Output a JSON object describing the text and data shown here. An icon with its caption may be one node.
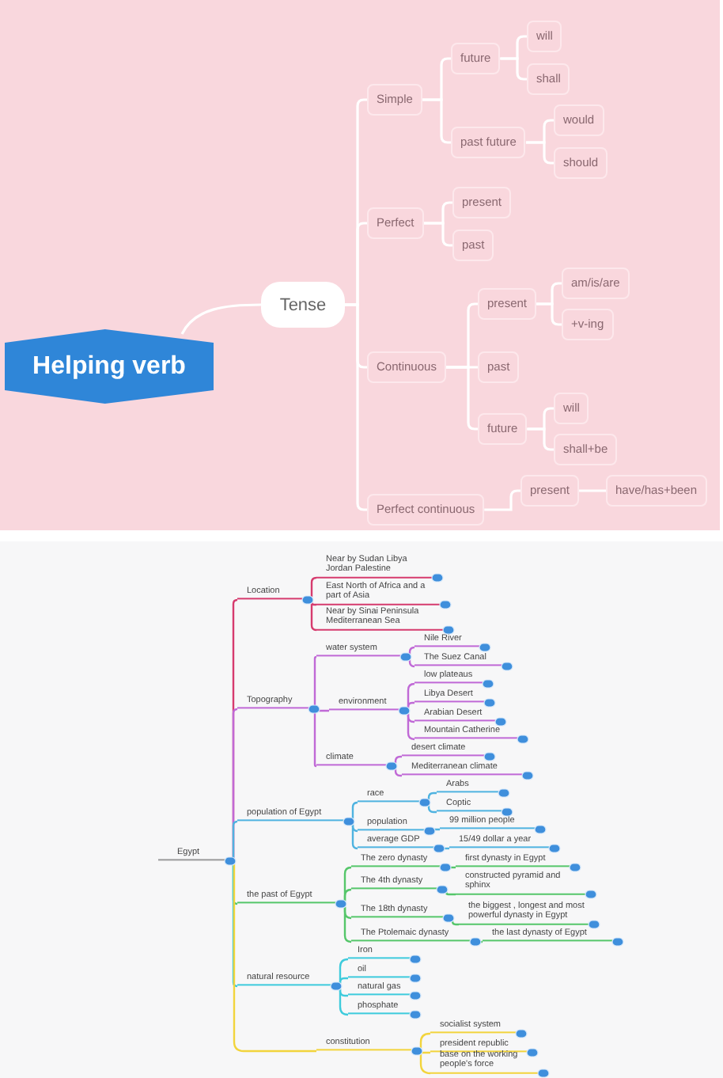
{
  "diagram": {
    "nodes": [
      {
        "text": [
          "Helping verb"
        ]
      },
      {
        "text": [
          "Tense"
        ]
      },
      {
        "text": [
          "Simple"
        ]
      },
      {
        "text": [
          "future"
        ]
      },
      {
        "text": [
          "will"
        ]
      },
      {
        "text": [
          "shall"
        ]
      },
      {
        "text": [
          "past future"
        ]
      },
      {
        "text": [
          "would"
        ]
      },
      {
        "text": [
          "should"
        ]
      },
      {
        "text": [
          "Perfect"
        ]
      },
      {
        "text": [
          "present"
        ]
      },
      {
        "text": [
          "past"
        ]
      },
      {
        "text": [
          "Continuous"
        ]
      },
      {
        "text": [
          "present"
        ]
      },
      {
        "text": [
          "am/is/are"
        ]
      },
      {
        "text": [
          "+v-ing"
        ]
      },
      {
        "text": [
          "past"
        ]
      },
      {
        "text": [
          "future"
        ]
      },
      {
        "text": [
          "will"
        ]
      },
      {
        "text": [
          "shall+be"
        ]
      },
      {
        "text": [
          "Perfect continuous"
        ]
      },
      {
        "text": [
          "present"
        ]
      },
      {
        "text": [
          "have/has+been"
        ]
      },
      {
        "text": [
          "Egypt"
        ]
      },
      {
        "text": [
          "Location"
        ]
      },
      {
        "text": [
          "Near by Sudan Libya Jordan Palestine"
        ]
      },
      {
        "text": [
          "East North of Africa and a part of Asia"
        ]
      },
      {
        "text": [
          "Near by Sinai Peninsula Mediterranean Sea"
        ]
      },
      {
        "text": [
          "Topography"
        ]
      },
      {
        "text": [
          "water system"
        ]
      },
      {
        "text": [
          "Nile River"
        ]
      },
      {
        "text": [
          "The Suez Canal"
        ]
      },
      {
        "text": [
          "environment"
        ]
      },
      {
        "text": [
          "low plateaus"
        ]
      },
      {
        "text": [
          "Libya Desert"
        ]
      },
      {
        "text": [
          "Arabian Desert"
        ]
      },
      {
        "text": [
          "Mountain Catherine"
        ]
      },
      {
        "text": [
          "climate"
        ]
      },
      {
        "text": [
          "desert climate"
        ]
      },
      {
        "text": [
          "Mediterranean climate"
        ]
      },
      {
        "text": [
          "population of Egypt"
        ]
      },
      {
        "text": [
          "race"
        ]
      },
      {
        "text": [
          "Arabs"
        ]
      },
      {
        "text": [
          "Coptic"
        ]
      },
      {
        "text": [
          "population"
        ]
      },
      {
        "text": [
          "99 million people"
        ]
      },
      {
        "text": [
          "average GDP"
        ]
      },
      {
        "text": [
          "15/49 dollar a year"
        ]
      },
      {
        "text": [
          "the past of Egypt"
        ]
      },
      {
        "text": [
          "The zero dynasty"
        ]
      },
      {
        "text": [
          "first dynasty in Egypt"
        ]
      },
      {
        "text": [
          "The 4th dynasty"
        ]
      },
      {
        "text": [
          "constructed pyramid and sphinx"
        ]
      },
      {
        "text": [
          "The 18th dynasty"
        ]
      },
      {
        "text": [
          "the biggest , longest and most powerful dynasty in Egypt"
        ]
      },
      {
        "text": [
          "The Ptolemaic dynasty"
        ]
      },
      {
        "text": [
          "the last dynasty of Egypt"
        ]
      },
      {
        "text": [
          "natural resource"
        ]
      },
      {
        "text": [
          "Iron"
        ]
      },
      {
        "text": [
          "oil"
        ]
      },
      {
        "text": [
          "natural gas"
        ]
      },
      {
        "text": [
          "phosphate"
        ]
      },
      {
        "text": [
          "constitution"
        ]
      },
      {
        "text": [
          "socialist system"
        ]
      },
      {
        "text": [
          "president republic"
        ]
      },
      {
        "text": [
          "base on the working people's force"
        ]
      }
    ],
    "edges": [
      {
        "from": 0,
        "to": 1,
        "arrow": "none",
        "color": "#ffffff"
      },
      {
        "from": 1,
        "to": 2,
        "arrow": "none",
        "color": "#ffffff"
      },
      {
        "from": 2,
        "to": 3,
        "arrow": "none",
        "color": "#ffffff"
      },
      {
        "from": 3,
        "to": 4,
        "arrow": "none",
        "color": "#ffffff"
      },
      {
        "from": 3,
        "to": 5,
        "arrow": "none",
        "color": "#ffffff"
      },
      {
        "from": 2,
        "to": 6,
        "arrow": "none",
        "color": "#ffffff"
      },
      {
        "from": 6,
        "to": 7,
        "arrow": "none",
        "color": "#ffffff"
      },
      {
        "from": 6,
        "to": 8,
        "arrow": "none",
        "color": "#ffffff"
      },
      {
        "from": 1,
        "to": 9,
        "arrow": "none",
        "color": "#ffffff"
      },
      {
        "from": 9,
        "to": 10,
        "arrow": "none",
        "color": "#ffffff"
      },
      {
        "from": 9,
        "to": 11,
        "arrow": "none",
        "color": "#ffffff"
      },
      {
        "from": 1,
        "to": 12,
        "arrow": "none",
        "color": "#ffffff"
      },
      {
        "from": 12,
        "to": 13,
        "arrow": "none",
        "color": "#ffffff"
      },
      {
        "from": 13,
        "to": 14,
        "arrow": "none",
        "color": "#ffffff"
      },
      {
        "from": 13,
        "to": 15,
        "arrow": "none",
        "color": "#ffffff"
      },
      {
        "from": 12,
        "to": 16,
        "arrow": "none",
        "color": "#ffffff"
      },
      {
        "from": 12,
        "to": 17,
        "arrow": "none",
        "color": "#ffffff"
      },
      {
        "from": 17,
        "to": 18,
        "arrow": "none",
        "color": "#ffffff"
      },
      {
        "from": 17,
        "to": 19,
        "arrow": "none",
        "color": "#ffffff"
      },
      {
        "from": 1,
        "to": 20,
        "arrow": "none",
        "color": "#ffffff"
      },
      {
        "from": 20,
        "to": 21,
        "arrow": "none",
        "color": "#ffffff"
      },
      {
        "from": 21,
        "to": 22,
        "arrow": "none",
        "color": "#ffffff"
      },
      {
        "from": 23,
        "to": 24,
        "arrow": "none",
        "color": "#d63b6e"
      },
      {
        "from": 24,
        "to": 25,
        "arrow": "none",
        "color": "#d63b6e"
      },
      {
        "from": 24,
        "to": 26,
        "arrow": "none",
        "color": "#d63b6e"
      },
      {
        "from": 24,
        "to": 27,
        "arrow": "none",
        "color": "#d63b6e"
      },
      {
        "from": 23,
        "to": 28,
        "arrow": "none",
        "color": "#c069d6"
      },
      {
        "from": 28,
        "to": 29,
        "arrow": "none",
        "color": "#c069d6"
      },
      {
        "from": 29,
        "to": 30,
        "arrow": "none",
        "color": "#c069d6"
      },
      {
        "from": 29,
        "to": 31,
        "arrow": "none",
        "color": "#c069d6"
      },
      {
        "from": 28,
        "to": 32,
        "arrow": "none",
        "color": "#c069d6"
      },
      {
        "from": 32,
        "to": 33,
        "arrow": "none",
        "color": "#c069d6"
      },
      {
        "from": 32,
        "to": 34,
        "arrow": "none",
        "color": "#c069d6"
      },
      {
        "from": 32,
        "to": 35,
        "arrow": "none",
        "color": "#c069d6"
      },
      {
        "from": 32,
        "to": 36,
        "arrow": "none",
        "color": "#c069d6"
      },
      {
        "from": 28,
        "to": 37,
        "arrow": "none",
        "color": "#c069d6"
      },
      {
        "from": 37,
        "to": 38,
        "arrow": "none",
        "color": "#c069d6"
      },
      {
        "from": 37,
        "to": 39,
        "arrow": "none",
        "color": "#c069d6"
      },
      {
        "from": 23,
        "to": 40,
        "arrow": "none",
        "color": "#4fb3e0"
      },
      {
        "from": 40,
        "to": 41,
        "arrow": "none",
        "color": "#4fb3e0"
      },
      {
        "from": 41,
        "to": 42,
        "arrow": "none",
        "color": "#4fb3e0"
      },
      {
        "from": 41,
        "to": 43,
        "arrow": "none",
        "color": "#4fb3e0"
      },
      {
        "from": 40,
        "to": 44,
        "arrow": "none",
        "color": "#4fb3e0"
      },
      {
        "from": 44,
        "to": 45,
        "arrow": "none",
        "color": "#4fb3e0"
      },
      {
        "from": 40,
        "to": 46,
        "arrow": "none",
        "color": "#4fb3e0"
      },
      {
        "from": 46,
        "to": 47,
        "arrow": "none",
        "color": "#4fb3e0"
      },
      {
        "from": 23,
        "to": 48,
        "arrow": "none",
        "color": "#55c66a"
      },
      {
        "from": 48,
        "to": 49,
        "arrow": "none",
        "color": "#55c66a"
      },
      {
        "from": 49,
        "to": 50,
        "arrow": "none",
        "color": "#55c66a"
      },
      {
        "from": 48,
        "to": 51,
        "arrow": "none",
        "color": "#55c66a"
      },
      {
        "from": 51,
        "to": 52,
        "arrow": "none",
        "color": "#55c66a"
      },
      {
        "from": 48,
        "to": 53,
        "arrow": "none",
        "color": "#55c66a"
      },
      {
        "from": 53,
        "to": 54,
        "arrow": "none",
        "color": "#55c66a"
      },
      {
        "from": 48,
        "to": 55,
        "arrow": "none",
        "color": "#55c66a"
      },
      {
        "from": 55,
        "to": 56,
        "arrow": "none",
        "color": "#55c66a"
      },
      {
        "from": 23,
        "to": 57,
        "arrow": "none",
        "color": "#3ecbdc"
      },
      {
        "from": 57,
        "to": 58,
        "arrow": "none",
        "color": "#3ecbdc"
      },
      {
        "from": 57,
        "to": 59,
        "arrow": "none",
        "color": "#3ecbdc"
      },
      {
        "from": 57,
        "to": 60,
        "arrow": "none",
        "color": "#3ecbdc"
      },
      {
        "from": 57,
        "to": 61,
        "arrow": "none",
        "color": "#3ecbdc"
      },
      {
        "from": 23,
        "to": 62,
        "arrow": "none",
        "color": "#f2d43c"
      },
      {
        "from": 62,
        "to": 63,
        "arrow": "none",
        "color": "#f2d43c"
      },
      {
        "from": 62,
        "to": 64,
        "arrow": "none",
        "color": "#f2d43c"
      },
      {
        "from": 62,
        "to": 65,
        "arrow": "none",
        "color": "#f2d43c"
      }
    ]
  }
}
